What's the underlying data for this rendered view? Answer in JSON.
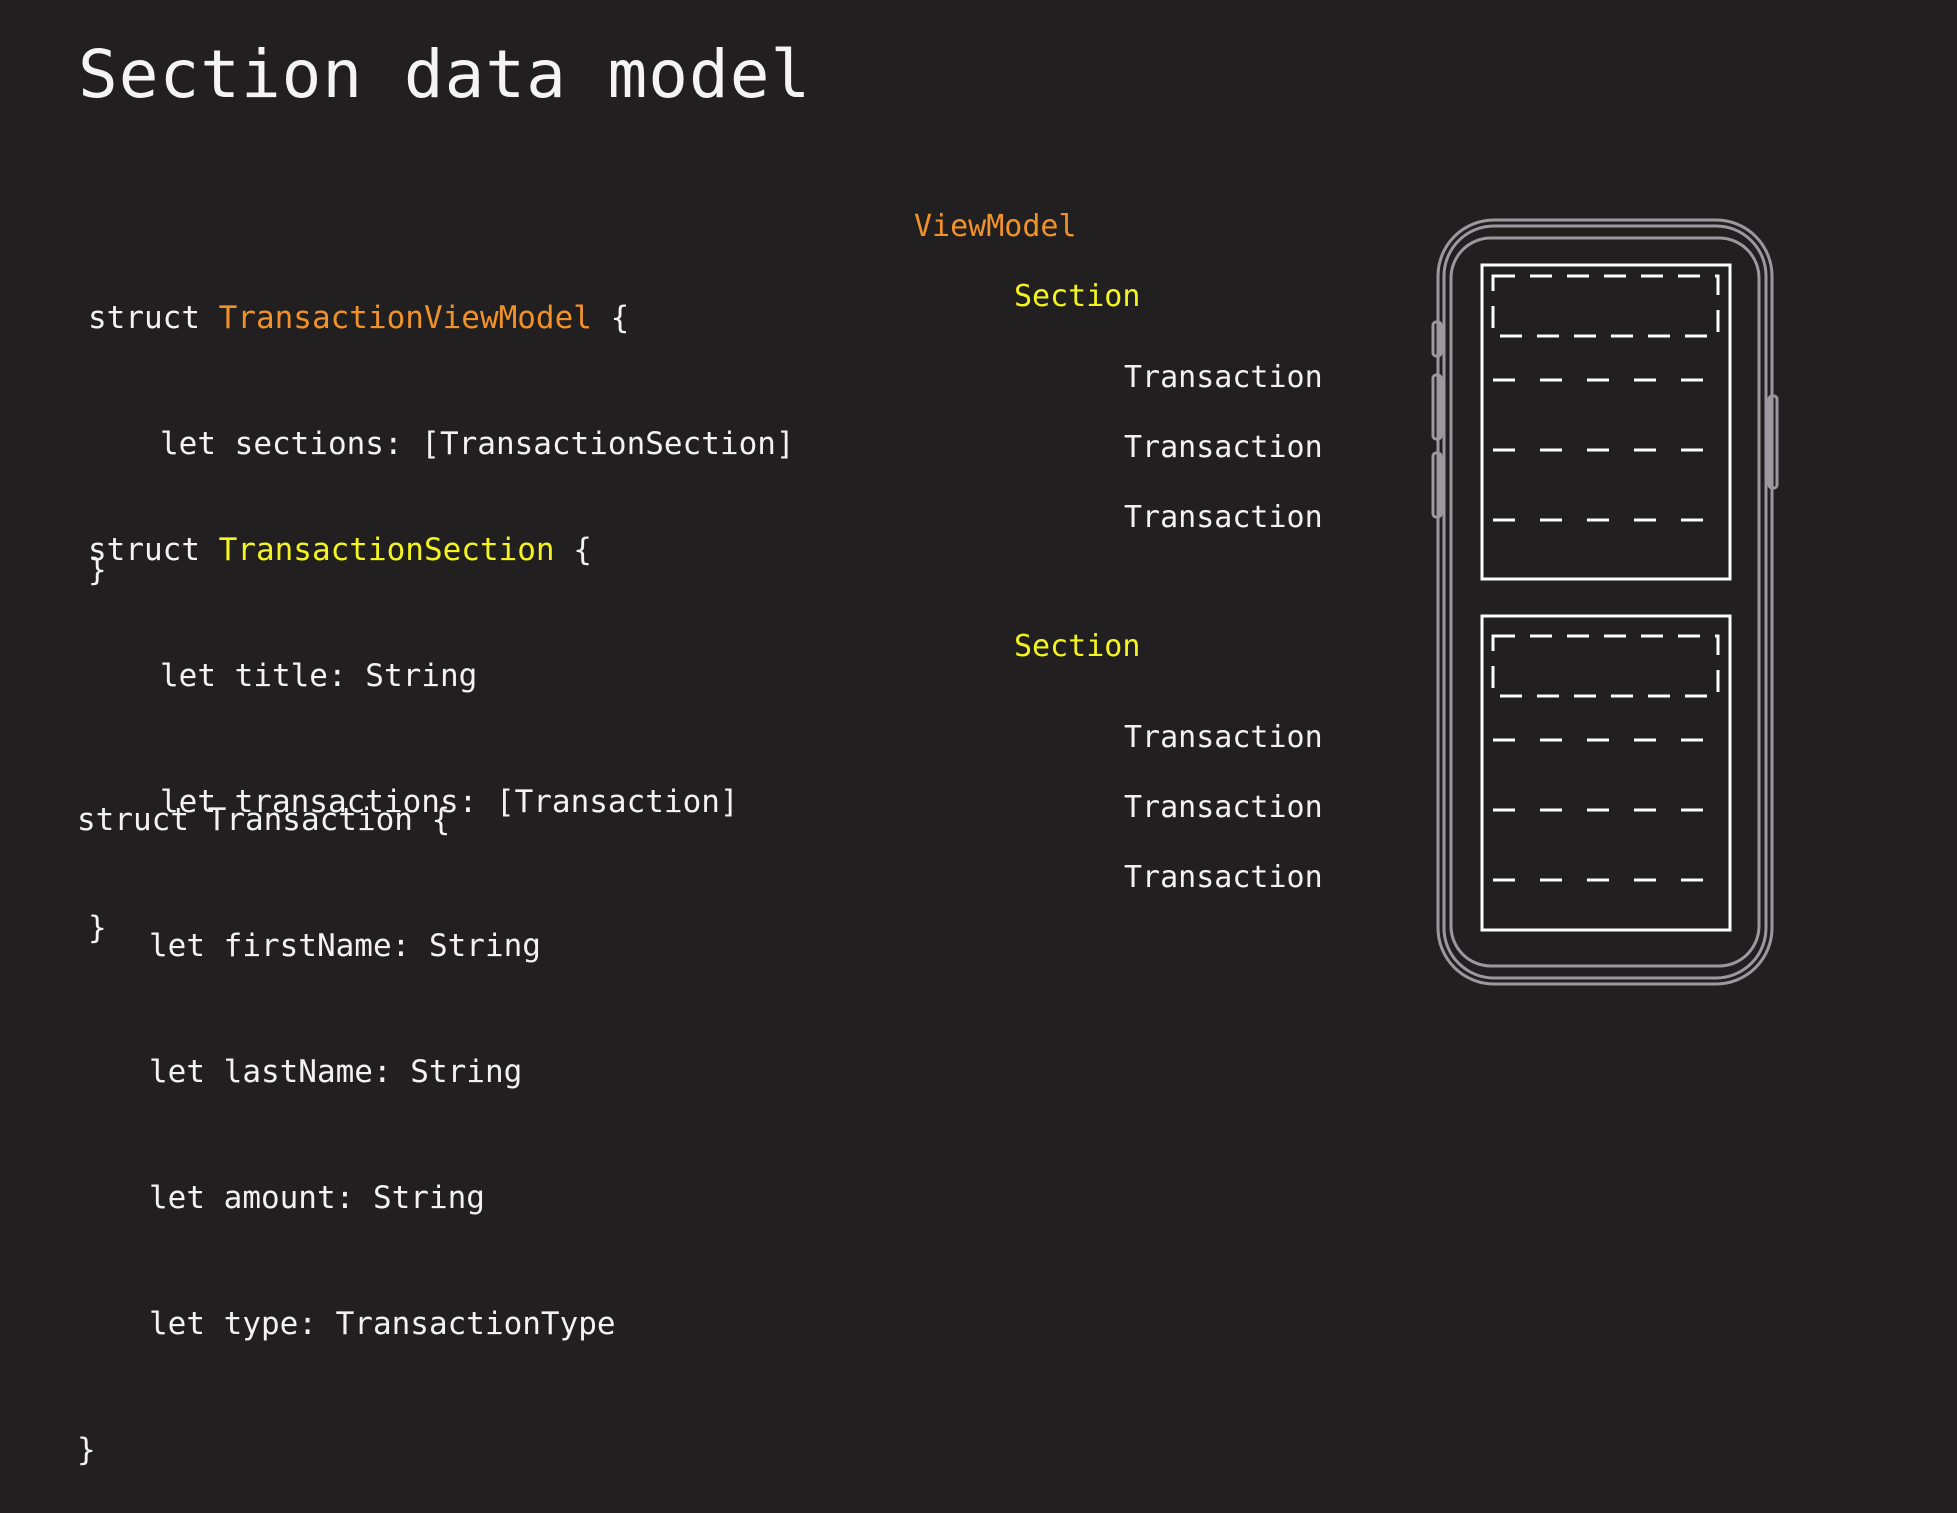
{
  "title": "Section data model",
  "code": {
    "view_model": {
      "keyword": "struct",
      "name": "TransactionViewModel",
      "open": "{",
      "fields": [
        "let sections: [TransactionSection]"
      ],
      "close": "}"
    },
    "section": {
      "keyword": "struct",
      "name": "TransactionSection",
      "open": "{",
      "fields": [
        "let title: String",
        "let transactions: [Transaction]"
      ],
      "close": "}"
    },
    "transaction": {
      "keyword": "struct",
      "name": "Transaction",
      "open": "{",
      "fields": [
        "let firstName: String",
        "let lastName: String",
        "let amount: String",
        "let type: TransactionType"
      ],
      "close": "}"
    }
  },
  "tree": {
    "root": "ViewModel",
    "sections": [
      {
        "label": "Section",
        "items": [
          "Transaction",
          "Transaction",
          "Transaction"
        ]
      },
      {
        "label": "Section",
        "items": [
          "Transaction",
          "Transaction",
          "Transaction"
        ]
      }
    ]
  },
  "colors": {
    "background": "#221f20",
    "text": "#f2f2f2",
    "view_model_accent": "#f0912a",
    "section_accent": "#f4f41f",
    "phone_outline": "#9a9a9e"
  }
}
